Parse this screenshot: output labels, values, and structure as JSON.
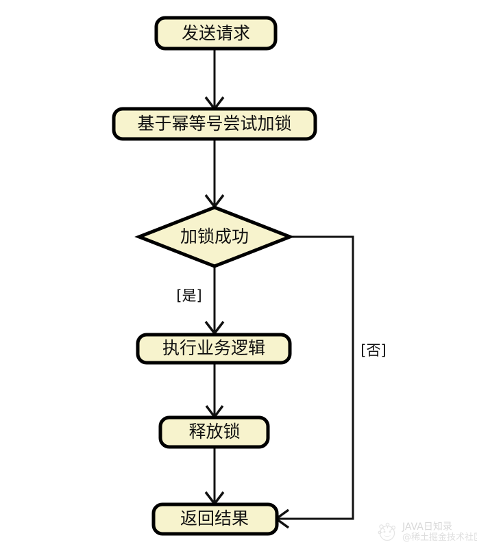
{
  "diagram": {
    "type": "flowchart",
    "title": "",
    "orientation": "top-to-bottom",
    "theme": {
      "node_fill": "#f7f3cd",
      "node_stroke": "#000000",
      "text_color": "#101010",
      "edge_color": "#111111",
      "background": "#ffffff"
    },
    "nodes": [
      {
        "id": "n1",
        "shape": "rounded-rect",
        "label": "发送请求"
      },
      {
        "id": "n2",
        "shape": "rounded-rect",
        "label": "基于幂等号尝试加锁"
      },
      {
        "id": "n3",
        "shape": "diamond",
        "label": "加锁成功"
      },
      {
        "id": "n4",
        "shape": "rounded-rect",
        "label": "执行业务逻辑"
      },
      {
        "id": "n5",
        "shape": "rounded-rect",
        "label": "释放锁"
      },
      {
        "id": "n6",
        "shape": "rounded-rect",
        "label": "返回结果"
      }
    ],
    "edges": [
      {
        "from": "n1",
        "to": "n2",
        "label": ""
      },
      {
        "from": "n2",
        "to": "n3",
        "label": ""
      },
      {
        "from": "n3",
        "to": "n4",
        "label": "[是]"
      },
      {
        "from": "n4",
        "to": "n5",
        "label": ""
      },
      {
        "from": "n5",
        "to": "n6",
        "label": ""
      },
      {
        "from": "n3",
        "to": "n6",
        "label": "[否]"
      }
    ]
  },
  "watermark": {
    "title": "JAVA日知录",
    "subtitle": "@稀土掘金技术社区",
    "logo_name": "java-daily-logo"
  }
}
